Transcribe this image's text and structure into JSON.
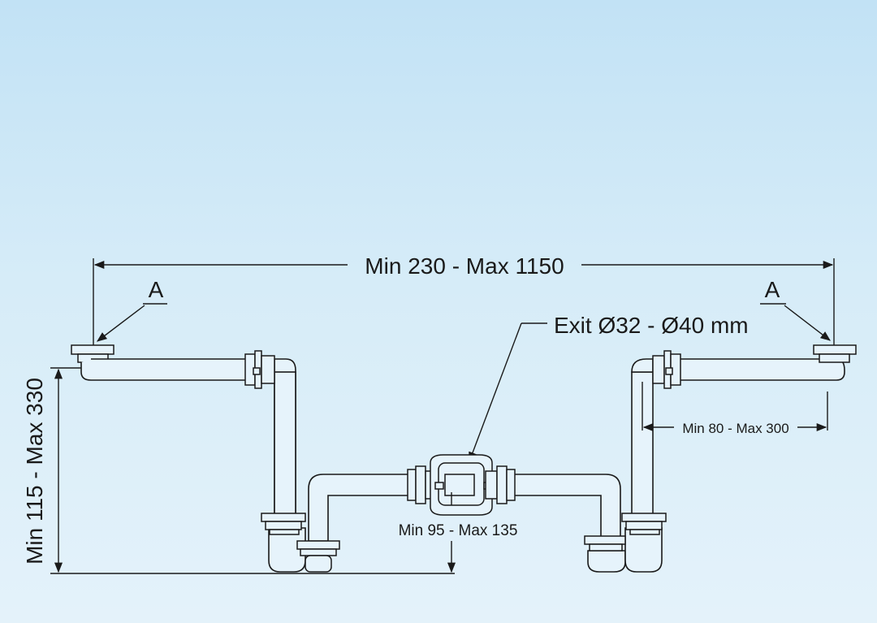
{
  "labels": {
    "overall_width": "Min 230 - Max 1150",
    "callout_left": "A",
    "callout_right": "A",
    "exit_diameter": "Exit Ø32 - Ø40 mm",
    "side_offset": "Min 80 - Max 300",
    "center_offset": "Min 95 - Max 135",
    "height": "Min 115 - Max 330"
  },
  "colors": {
    "background_top": "#c2e2f5",
    "background_bottom": "#e4f2fa",
    "line": "#1a1a1a",
    "pipe_fill": "#e6f3fb"
  }
}
